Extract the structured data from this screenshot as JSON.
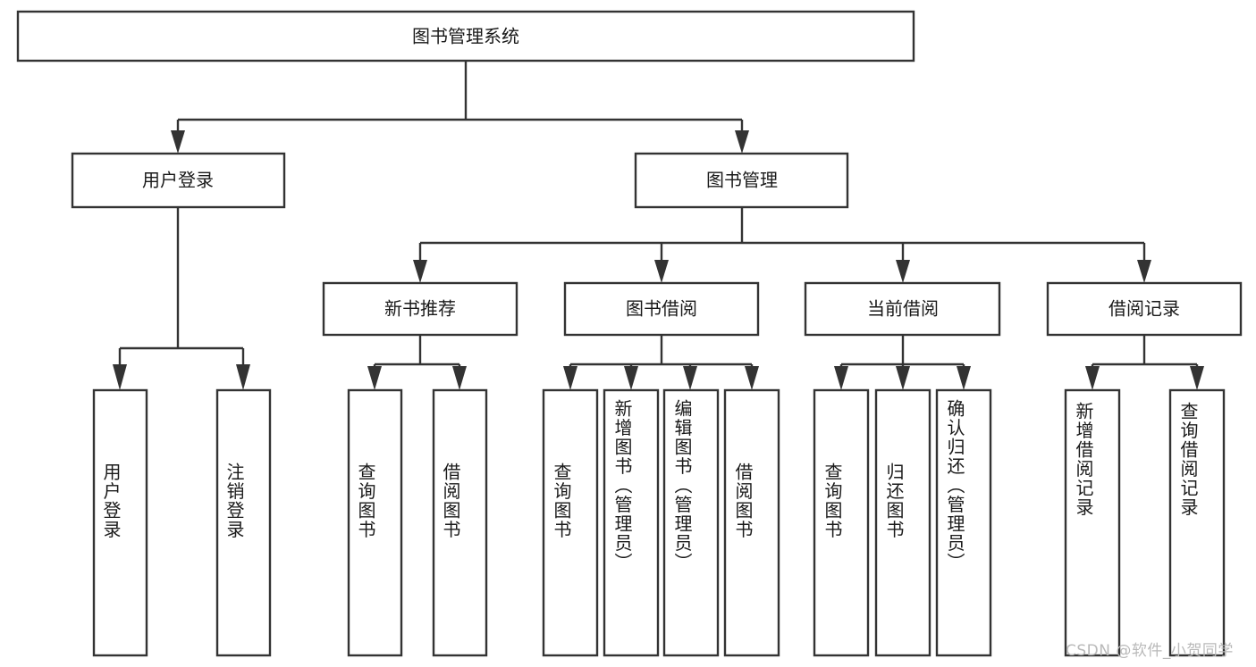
{
  "diagram": {
    "type": "tree-hierarchy",
    "title": "图书管理系统",
    "root": {
      "label": "图书管理系统"
    },
    "level1": [
      {
        "label": "用户登录"
      },
      {
        "label": "图书管理"
      }
    ],
    "level2": [
      {
        "label": "新书推荐"
      },
      {
        "label": "图书借阅"
      },
      {
        "label": "当前借阅"
      },
      {
        "label": "借阅记录"
      }
    ],
    "leaves": {
      "user_login": [
        {
          "label": "用户登录"
        },
        {
          "label": "注销登录"
        }
      ],
      "new_book_recommend": [
        {
          "label": "查询图书"
        },
        {
          "label": "借阅图书"
        }
      ],
      "book_borrow": [
        {
          "label": "查询图书"
        },
        {
          "label": "新增图书（管理员）"
        },
        {
          "label": "编辑图书（管理员）"
        },
        {
          "label": "借阅图书"
        }
      ],
      "current_borrow": [
        {
          "label": "查询图书"
        },
        {
          "label": "归还图书"
        },
        {
          "label": "确认归还（管理员）"
        }
      ],
      "borrow_record": [
        {
          "label": "新增借阅记录"
        },
        {
          "label": "查询借阅记录"
        }
      ]
    }
  },
  "watermark": {
    "text": "CSDN @软件_小贺同学"
  },
  "colors": {
    "box_stroke": "#333333",
    "box_fill": "#ffffff",
    "text": "#1a1a1a",
    "watermark": "#b9b9b9",
    "background": "#ffffff"
  }
}
